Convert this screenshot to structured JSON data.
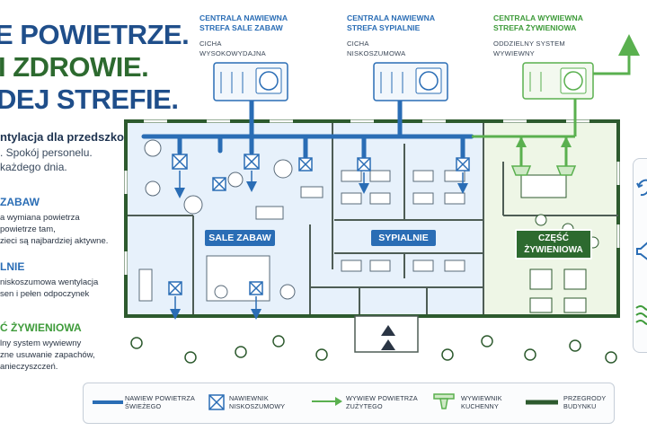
{
  "headline": {
    "line1": "E POWIETRZE.",
    "line2": "I ZDROWIE.",
    "line3": "DEJ STREFIE."
  },
  "intro": {
    "title": "ntylacja dla przedszkoli",
    "line1": ". Spokój personelu.",
    "line2": "każdego dnia."
  },
  "sections": [
    {
      "heading": "ZABAW",
      "lines": [
        "a wymiana powietrza",
        "powietrze tam,",
        "zieci są najbardziej aktywne."
      ]
    },
    {
      "heading": "LNIE",
      "lines": [
        "niskoszumowa wentylacja",
        "sen i pełen odpoczynek"
      ]
    },
    {
      "heading": "Ć ŻYWIENIOWA",
      "lines": [
        "lny system wywiewny",
        "zne usuwanie zapachów,",
        "anieczyszczeń."
      ]
    }
  ],
  "units": [
    {
      "title_l1": "CENTRALA NAWIEWNA",
      "title_l2": "STREFA SALE ZABAW",
      "desc_l1": "CICHA",
      "desc_l2": "WYSOKOWYDAJNA"
    },
    {
      "title_l1": "CENTRALA NAWIEWNA",
      "title_l2": "STREFA SYPIALNIE",
      "desc_l1": "CICHA",
      "desc_l2": "NISKOSZUMOWA"
    },
    {
      "title_l1": "CENTRALA WYWIEWNA",
      "title_l2": "STREFA ŻYWIENIOWA",
      "desc_l1": "ODDZIELNY SYSTEM",
      "desc_l2": "WYWIEWNY"
    }
  ],
  "zones": {
    "play": "SALE ZABAW",
    "sleep": "SYPIALNIE",
    "dining_l1": "CZĘŚĆ",
    "dining_l2": "ŻYWIENIOWA"
  },
  "legend": [
    {
      "l1": "NAWIEW POWIETRZA",
      "l2": "ŚWIEŻEGO",
      "icon": "blue-supply-line"
    },
    {
      "l1": "NAWIEWNIK",
      "l2": "NISKOSZUMOWY",
      "icon": "diffuser-icon"
    },
    {
      "l1": "WYWIEW POWIETRZA",
      "l2": "ZUŻYTEGO",
      "icon": "green-exhaust-arrow"
    },
    {
      "l1": "WYWIEWNIK",
      "l2": "KUCHENNY",
      "icon": "kitchen-hood-icon"
    },
    {
      "l1": "PRZEGRODY",
      "l2": "BUDYNKU",
      "icon": "dark-green-wall-line"
    }
  ],
  "side_icons": [
    "recycle-arrows-icon",
    "speaker-icon",
    "airflow-waves-icon"
  ],
  "colors": {
    "supply_blue": "#2a6db5",
    "light_blue_zone": "#e7f1fb",
    "exhaust_green": "#5ab04f",
    "light_green_zone": "#eef6e6",
    "wall_green": "#2d5a2e",
    "headline_blue": "#1f4e8a"
  }
}
